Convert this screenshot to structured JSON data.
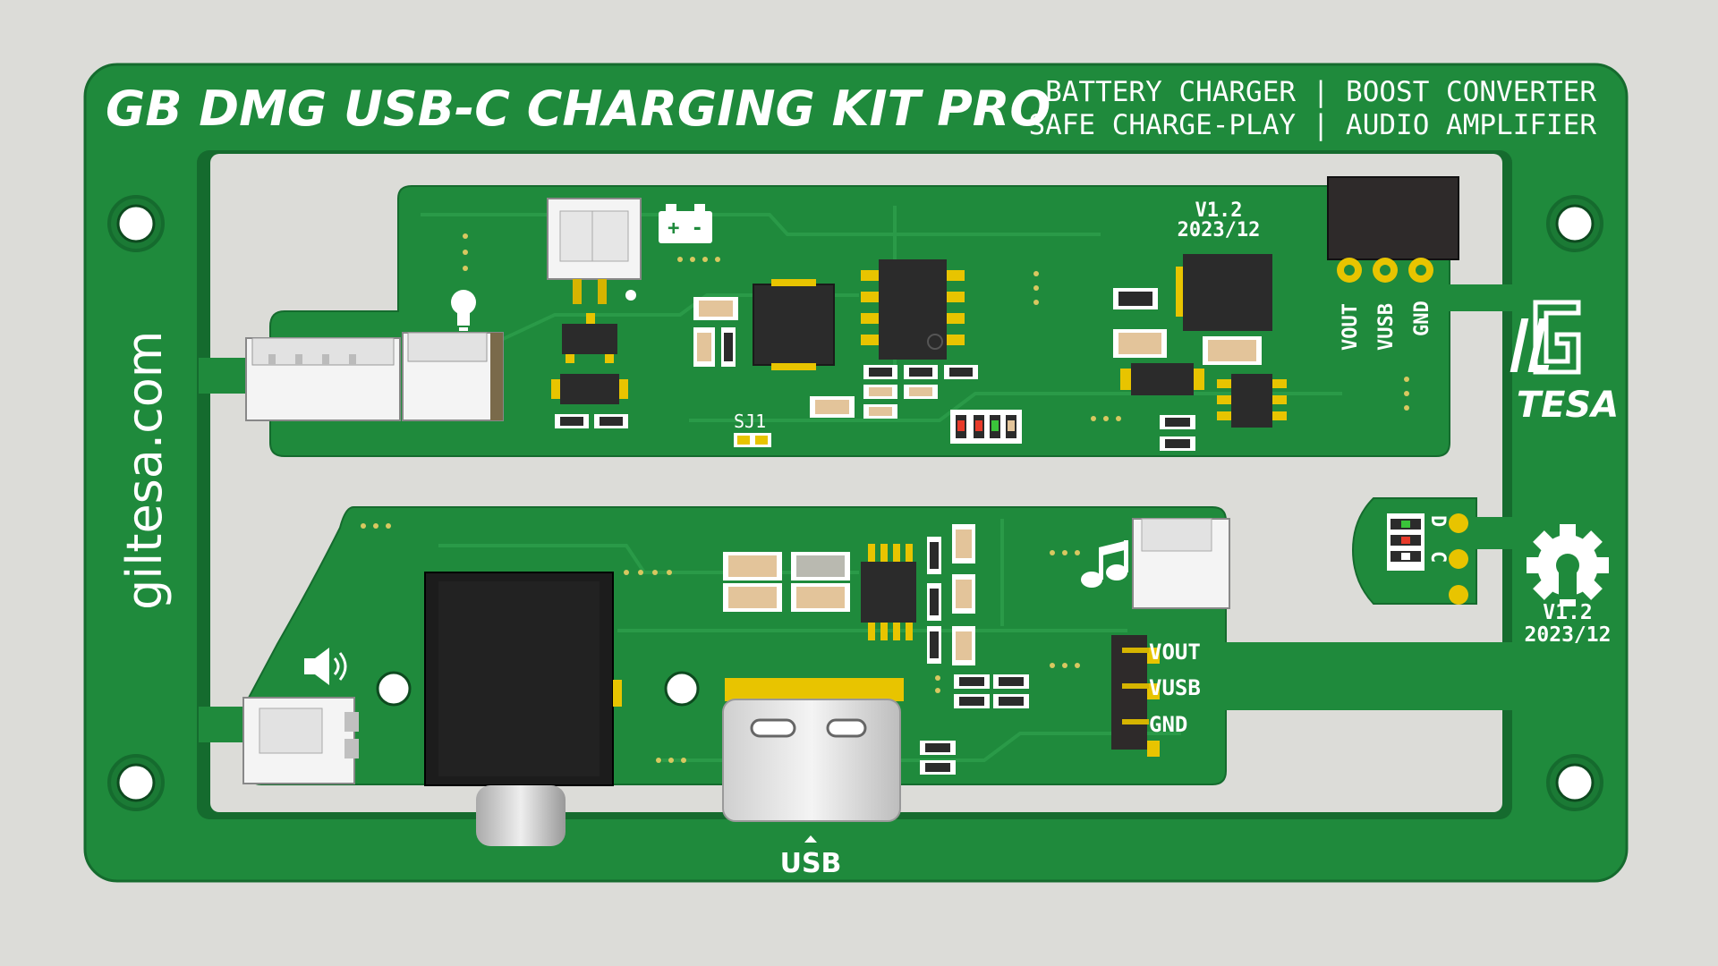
{
  "board": {
    "title": "GB DMG USB-C CHARGING KIT PRO",
    "features_line1": "BATTERY CHARGER | BOOST CONVERTER",
    "features_line2": "SAFE CHARGE-PLAY |  AUDIO AMPLIFIER",
    "website": "giltesa.com",
    "version_top": "V1.2",
    "date_top": "2023/12",
    "version_right": "V1.2",
    "date_right": "2023/12",
    "jumper_label": "SJ1",
    "usb_label": "USB",
    "logo_text": "TESA",
    "battery_symbol": "+ -",
    "pins_top": [
      "VOUT",
      "VUSB",
      "GND"
    ],
    "pins_bottom": [
      "VOUT",
      "VUSB",
      "GND"
    ],
    "small_pads": [
      "D",
      "C"
    ]
  },
  "colors": {
    "background": "#dcdcd8",
    "pcb": "#1f8a3c",
    "pcb_dark": "#167030",
    "trace": "#2a9a48",
    "silkscreen": "#ffffff",
    "gold": "#e8c400",
    "chip": "#2b2b2b"
  },
  "icons": [
    "lightbulb-icon",
    "battery-icon",
    "speaker-icon",
    "music-note-icon",
    "gear-icon"
  ]
}
